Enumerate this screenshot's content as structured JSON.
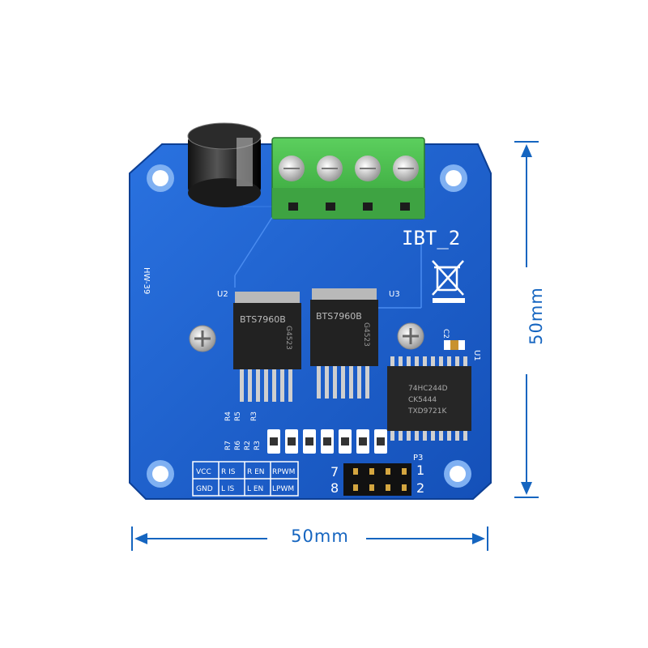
{
  "board": {
    "title": "IBT_2",
    "silk_model": "HW-39",
    "chip_labels": [
      "U2",
      "U3",
      "U1"
    ],
    "ic_main": "BTS7960B",
    "ic_code": "G4523",
    "driver_ic": [
      "74HC244D",
      "CK5444",
      "TXD9721K"
    ],
    "cap_label": "C2",
    "resistor_labels": {
      "top_row": [
        "R4",
        "R5",
        "R3"
      ],
      "bottom_row": [
        "R7",
        "R6",
        "R2",
        "R3"
      ]
    },
    "header_label": "P3",
    "pin_numbers": [
      "7",
      "8",
      "1",
      "2"
    ],
    "pin_table": [
      [
        "VCC",
        "R IS",
        "R EN",
        "RPWM"
      ],
      [
        "GND",
        "L IS",
        "L EN",
        "LPWM"
      ]
    ]
  },
  "dimensions": {
    "width_label": "50mm",
    "height_label": "50mm"
  },
  "colors": {
    "pcb": "#1a5fd0",
    "terminal": "#46b84a",
    "dimension": "#1565c0"
  }
}
